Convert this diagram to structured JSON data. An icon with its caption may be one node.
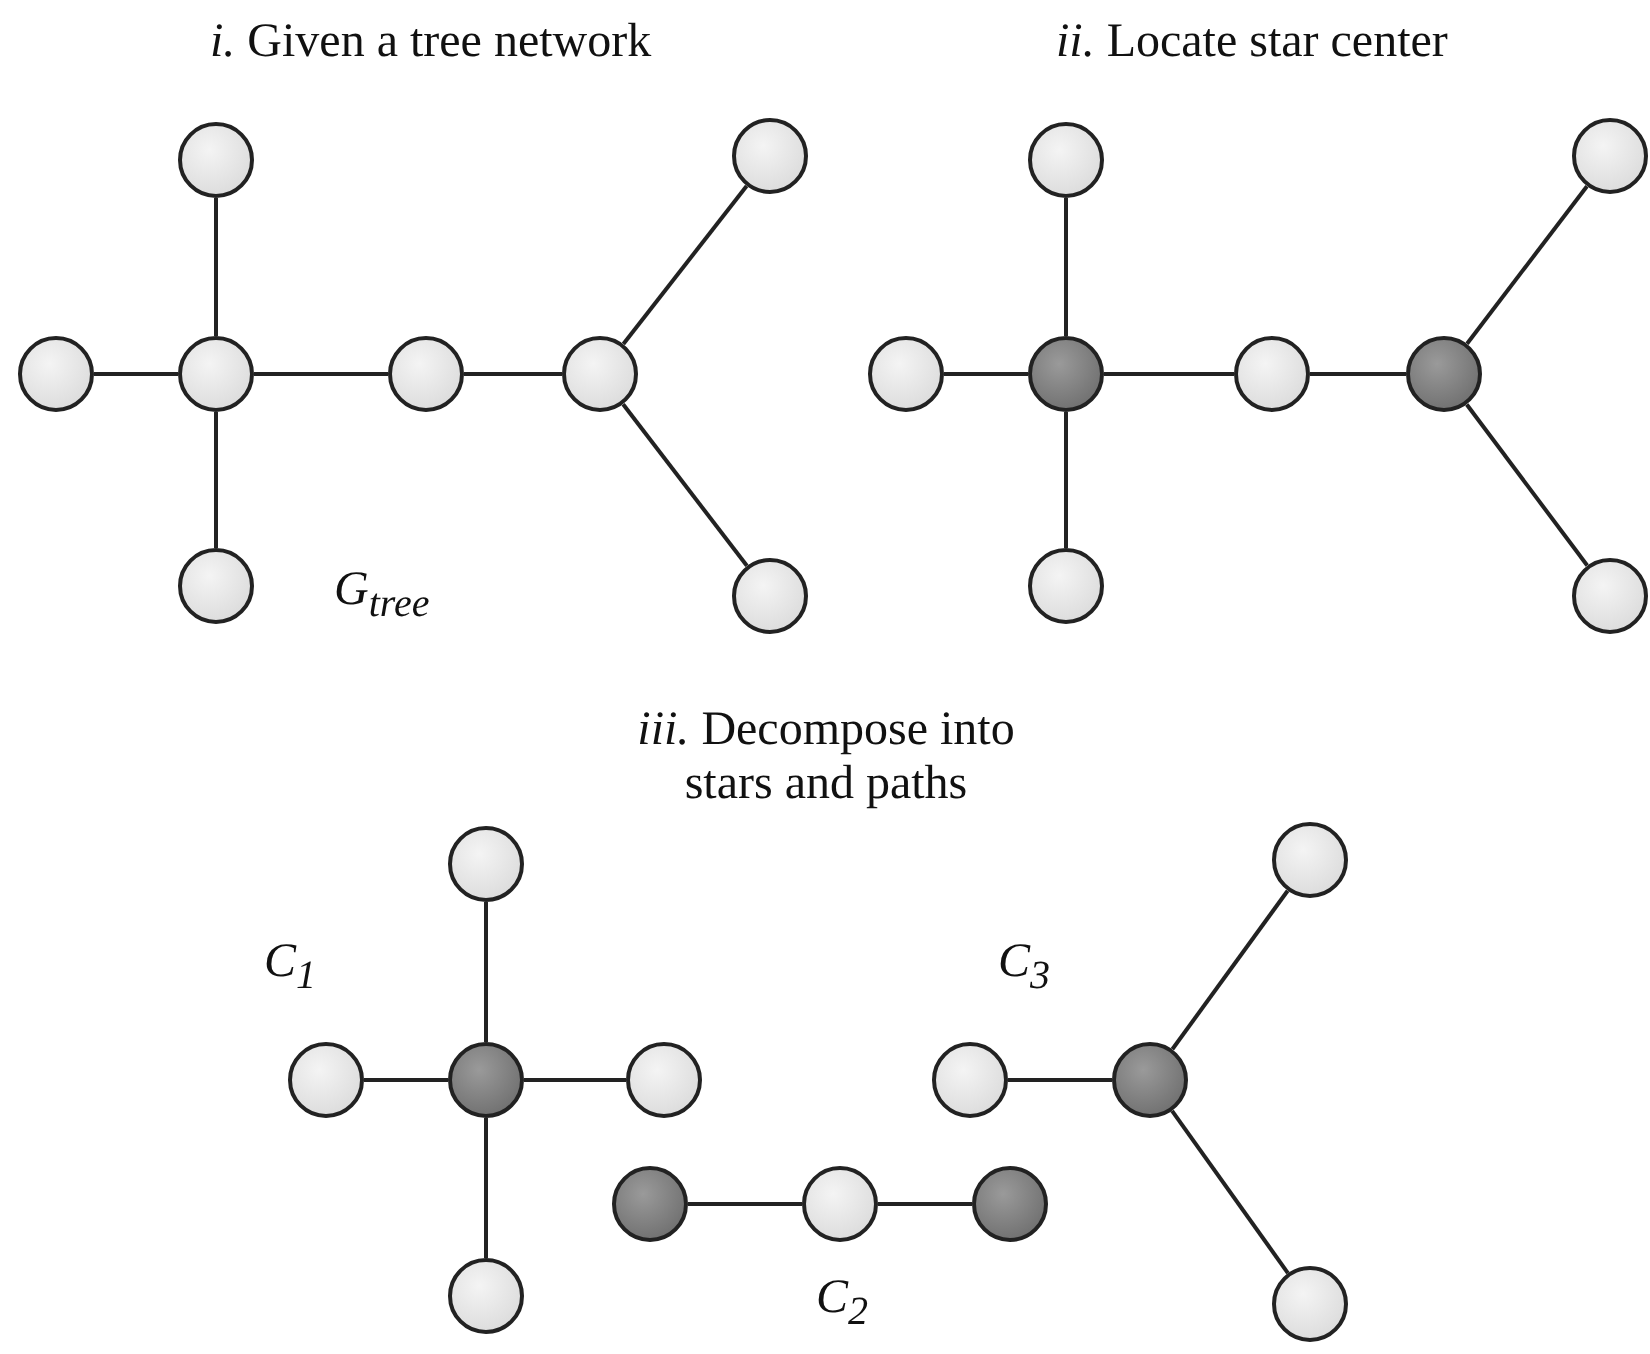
{
  "diagram": {
    "nodes": [
      {
        "text": [],
        "shape": "circle"
      },
      {
        "text": [],
        "shape": "circle"
      },
      {
        "text": [],
        "shape": "circle"
      },
      {
        "text": [],
        "shape": "circle"
      },
      {
        "text": [],
        "shape": "circle"
      },
      {
        "text": [],
        "shape": "circle"
      },
      {
        "text": [],
        "shape": "circle"
      },
      {
        "text": [],
        "shape": "circle"
      },
      {
        "text": [],
        "shape": "circle"
      },
      {
        "text": [],
        "shape": "circle"
      },
      {
        "text": [],
        "shape": "circle"
      },
      {
        "text": [],
        "shape": "circle"
      },
      {
        "text": [],
        "shape": "circle"
      },
      {
        "text": [],
        "shape": "circle"
      },
      {
        "text": [],
        "shape": "circle"
      },
      {
        "text": [],
        "shape": "circle"
      },
      {
        "text": [],
        "shape": "circle"
      },
      {
        "text": [],
        "shape": "circle"
      },
      {
        "text": [],
        "shape": "circle"
      },
      {
        "text": [],
        "shape": "circle"
      },
      {
        "text": [],
        "shape": "circle"
      },
      {
        "text": [],
        "shape": "circle"
      },
      {
        "text": [],
        "shape": "circle"
      },
      {
        "text": [],
        "shape": "circle"
      },
      {
        "text": [],
        "shape": "circle"
      },
      {
        "text": [],
        "shape": "circle"
      },
      {
        "text": [],
        "shape": "circle"
      },
      {
        "text": [],
        "shape": "circle"
      }
    ],
    "edges": [
      {
        "from": 0,
        "to": 2,
        "arrow": "none"
      },
      {
        "from": 1,
        "to": 2,
        "arrow": "none"
      },
      {
        "from": 2,
        "to": 3,
        "arrow": "none"
      },
      {
        "from": 3,
        "to": 4,
        "arrow": "none"
      },
      {
        "from": 4,
        "to": 5,
        "arrow": "none"
      },
      {
        "from": 2,
        "to": 6,
        "arrow": "none"
      },
      {
        "from": 4,
        "to": 7,
        "arrow": "none"
      },
      {
        "from": 8,
        "to": 10,
        "arrow": "none"
      },
      {
        "from": 9,
        "to": 10,
        "arrow": "none"
      },
      {
        "from": 10,
        "to": 11,
        "arrow": "none"
      },
      {
        "from": 11,
        "to": 12,
        "arrow": "none"
      },
      {
        "from": 12,
        "to": 13,
        "arrow": "none"
      },
      {
        "from": 10,
        "to": 14,
        "arrow": "none"
      },
      {
        "from": 12,
        "to": 15,
        "arrow": "none"
      },
      {
        "from": 16,
        "to": 19,
        "arrow": "none"
      },
      {
        "from": 18,
        "to": 19,
        "arrow": "none"
      },
      {
        "from": 19,
        "to": 20,
        "arrow": "none"
      },
      {
        "from": 19,
        "to": 26,
        "arrow": "none"
      },
      {
        "from": 21,
        "to": 22,
        "arrow": "none"
      },
      {
        "from": 22,
        "to": 17,
        "arrow": "none"
      },
      {
        "from": 22,
        "to": 27,
        "arrow": "none"
      },
      {
        "from": 23,
        "to": 24,
        "arrow": "none"
      },
      {
        "from": 24,
        "to": 25,
        "arrow": "none"
      }
    ],
    "labels": [
      "*i.* Given a tree network",
      "*ii.* Locate star center",
      "G$_{tree}$",
      "*iii.* Decompose into stars and paths",
      "C$_{1}$",
      "C$_{3}$",
      "C$_{2}$"
    ]
  }
}
